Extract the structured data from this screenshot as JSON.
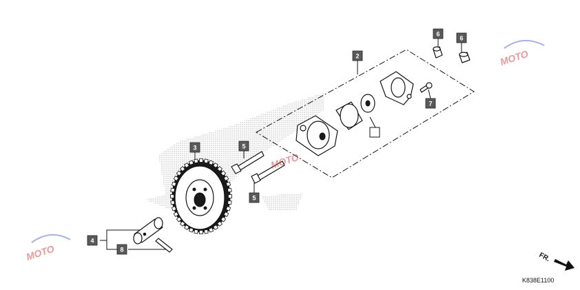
{
  "diagram_code": "K838E1100",
  "direction_label": "FR.",
  "callouts": [
    {
      "id": "c2",
      "label": "2"
    },
    {
      "id": "c3",
      "label": "3"
    },
    {
      "id": "c4",
      "label": "4"
    },
    {
      "id": "c5a",
      "label": "5"
    },
    {
      "id": "c5b",
      "label": "5"
    },
    {
      "id": "c6a",
      "label": "6"
    },
    {
      "id": "c6b",
      "label": "6"
    },
    {
      "id": "c7",
      "label": "7"
    },
    {
      "id": "c8",
      "label": "8"
    }
  ],
  "watermark": "MOTO",
  "colors": {
    "callout_fill": "#5a5a5a",
    "watermark": "#d04a4a",
    "line": "#111111"
  }
}
